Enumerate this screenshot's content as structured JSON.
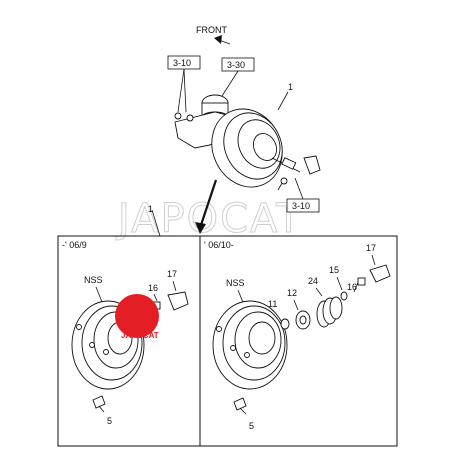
{
  "header": {
    "direction_label": "FRONT"
  },
  "top_assembly": {
    "refs": [
      "3-10",
      "3-30",
      "3-10"
    ],
    "part_number": "1"
  },
  "detail_frame": {
    "callout_number": "1",
    "left_panel": {
      "period": "-' 06/9",
      "parts": {
        "nss": "NSS",
        "p16": "16",
        "p17": "17",
        "p5": "5"
      }
    },
    "right_panel": {
      "period": "' 06/10-",
      "parts": {
        "nss": "NSS",
        "p11": "11",
        "p12": "12",
        "p24": "24",
        "p15": "15",
        "p16": "16",
        "p17": "17",
        "p5": "5"
      }
    }
  },
  "watermark": {
    "text": "JAPOCAT",
    "logo_text": "JAPOCAT",
    "logo_color": "#e31e24"
  }
}
